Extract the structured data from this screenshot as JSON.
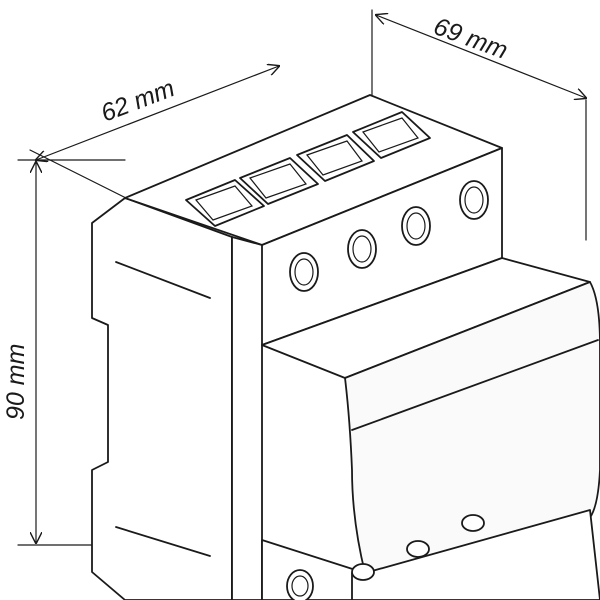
{
  "diagram": {
    "dimensions": [
      {
        "id": "depth",
        "label": "62 mm",
        "value": 62,
        "unit": "mm"
      },
      {
        "id": "width",
        "label": "69 mm",
        "value": 69,
        "unit": "mm"
      },
      {
        "id": "height",
        "label": "90 mm",
        "value": 90,
        "unit": "mm"
      }
    ],
    "terminal_count_top": 4,
    "terminal_count_bottom": 4
  }
}
